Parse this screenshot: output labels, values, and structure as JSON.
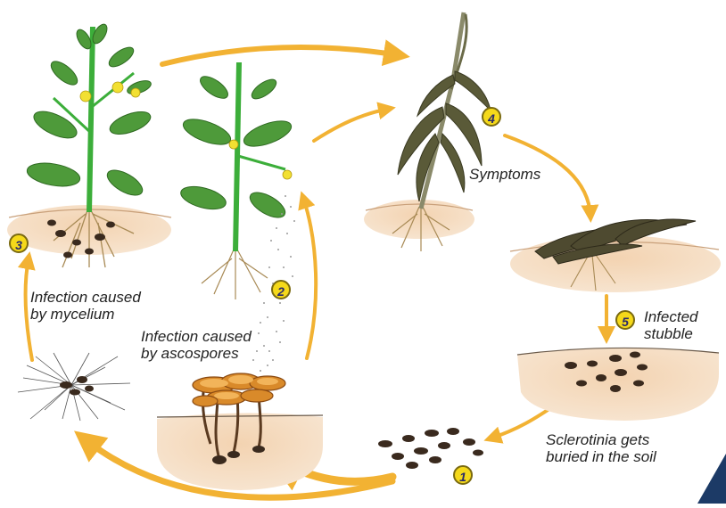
{
  "labels": {
    "symptoms": "Symptoms",
    "infected_stubble_1": "Infected",
    "infected_stubble_2": "stubble",
    "sclerotinia_1": "Sclerotinia gets",
    "sclerotinia_2": "buried in the soil",
    "ascospores_1": "Infection caused",
    "ascospores_2": "by ascospores",
    "mycelium_1": "Infection caused",
    "mycelium_2": "by mycelium"
  },
  "badges": {
    "b1": "1",
    "b2": "2",
    "b3": "3",
    "b4": "4",
    "b5": "5"
  },
  "colors": {
    "arrow": "#f2b233",
    "stem": "#3cae3a",
    "leaf": "#4e9a3a",
    "soil": "#efc9a3",
    "dead_leaf": "#5a5a38",
    "sclerotia": "#3a2a1e",
    "root": "#a88a55",
    "flower": "#f2e032",
    "corner": "#1c3a66"
  }
}
